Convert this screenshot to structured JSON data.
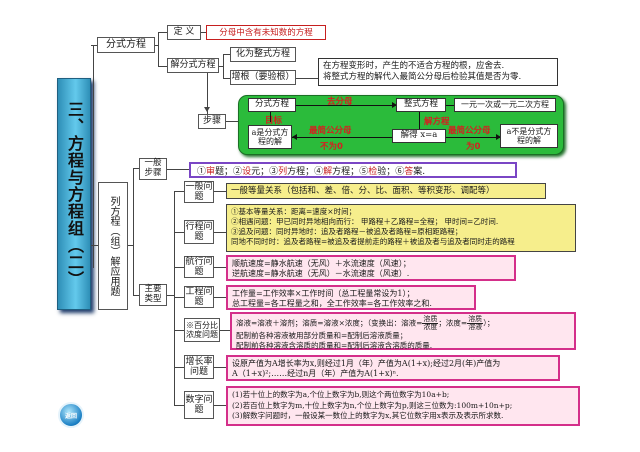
{
  "title": "三、方程与方程组（二）",
  "fractional_eq": {
    "label": "分式方程",
    "definition_label": "定 义",
    "definition_text": "分母中含有未知数的方程",
    "solve_label": "解分式方程",
    "to_integral": "化为整式方程",
    "extraneous": "增根（要验根）",
    "extraneous_note": "在方程变形时，产生的不适合方程的根，应舍去.\n将整式方程的解代入最简公分母后检验其值是否为零.",
    "steps_label": "步骤",
    "flow": {
      "box1": "分式方程",
      "arrow1_top": "去分母",
      "arrow1_bottom_a": "目标",
      "box2": "整式方程",
      "box3": "一元一次或一元二次方程",
      "box4": "a是分式方程的解",
      "arrow2_top": "最简公分母",
      "arrow2_bottom": "不为0",
      "box5": "解得  x=a",
      "arrow3_top": "解方程",
      "arrow4_top": "最简公分母",
      "arrow4_bottom": "为0",
      "box6": "a不是分式方程的解"
    }
  },
  "word_problems": {
    "column_label": "列方程（组）解应用题",
    "general_steps_label": "一般步骤",
    "general_steps_text": [
      {
        "n": "①",
        "w": "审",
        "t": "题；"
      },
      {
        "n": "②",
        "w": "设",
        "t": "元；"
      },
      {
        "n": "③",
        "w": "列",
        "t": "方程；"
      },
      {
        "n": "④",
        "w": "解",
        "t": "方程；"
      },
      {
        "n": "⑤",
        "w": "检",
        "t": "验；"
      },
      {
        "n": "⑥",
        "w": "答",
        "t": "案."
      }
    ],
    "main_types_label": "主要类型",
    "types": [
      {
        "label": "一般问题",
        "text": "一般等量关系（包括和、差、倍、分、比、面积、等积变形、调配等）"
      },
      {
        "label": "行程问题",
        "text": "①基本等量关系：距离=速度×时间；\n②相遇问题：甲已同时异地相向而行：  甲路程＋乙路程=全程；  甲时间=乙时间.\n③追及问题：同时异地时：追及者路程－被追及者路程=原相距路程；\n同地不同时时：追及者路程=被追及者提前走的路程＋被追及者与追及者同时走的路程"
      },
      {
        "label": "航行问题",
        "text": "顺航速度=静水航速（无风）＋水流速度（风速）；\n逆航速度=静水航速（无风）－水流速度（风速）."
      },
      {
        "label": "工程问题",
        "text": "工作量=工作效率×工作时间（总工程量常设为1）；\n总工程量=各工程量之和，全工作效率=各工作效率之和."
      },
      {
        "label": "※百分比浓度问题",
        "text_a": "溶液=溶液＋溶剂；溶质=溶液×浓度；（变换出：溶液=",
        "frac1_num": "溶质",
        "frac1_den": "浓度",
        "text_b": "；浓度=",
        "frac2_num": "溶质",
        "frac2_den": "溶液",
        "text_c": "）；\n配制前各种溶液被用部分质量和=配制后溶液质量；\n配制前各种溶液含溶质的质量和=配制后溶液含溶质的质量."
      },
      {
        "label": "增长率问题",
        "text": "设原产值为A增长率为x,则经过1月（年）产值为A(1+x);经过2月(年)产值为\nA（1+x)²;……经过n月（年）产值为A(1+x)ⁿ."
      },
      {
        "label": "数字问题",
        "text": "(1)若十位上的数字为a,个位上数字为b,则这个两位数字为10a+b;\n(2)若百位上数字为m,十位上数字为n,个位上数字为p,则这三位数为:100m+10n+p;\n(3)解数字问题时，一般设某一数位上的数字为x,其它位数字用x表示及表示所求数."
      }
    ]
  },
  "logo_text": "返回",
  "colors": {
    "title_fill": "#4cb8e0",
    "green_panel": "#2bbb3b",
    "yellow_box": "#f6ee8c",
    "pink_border": "#d42f8a",
    "purple_border": "#7a46c5",
    "red_text": "#d42020"
  }
}
